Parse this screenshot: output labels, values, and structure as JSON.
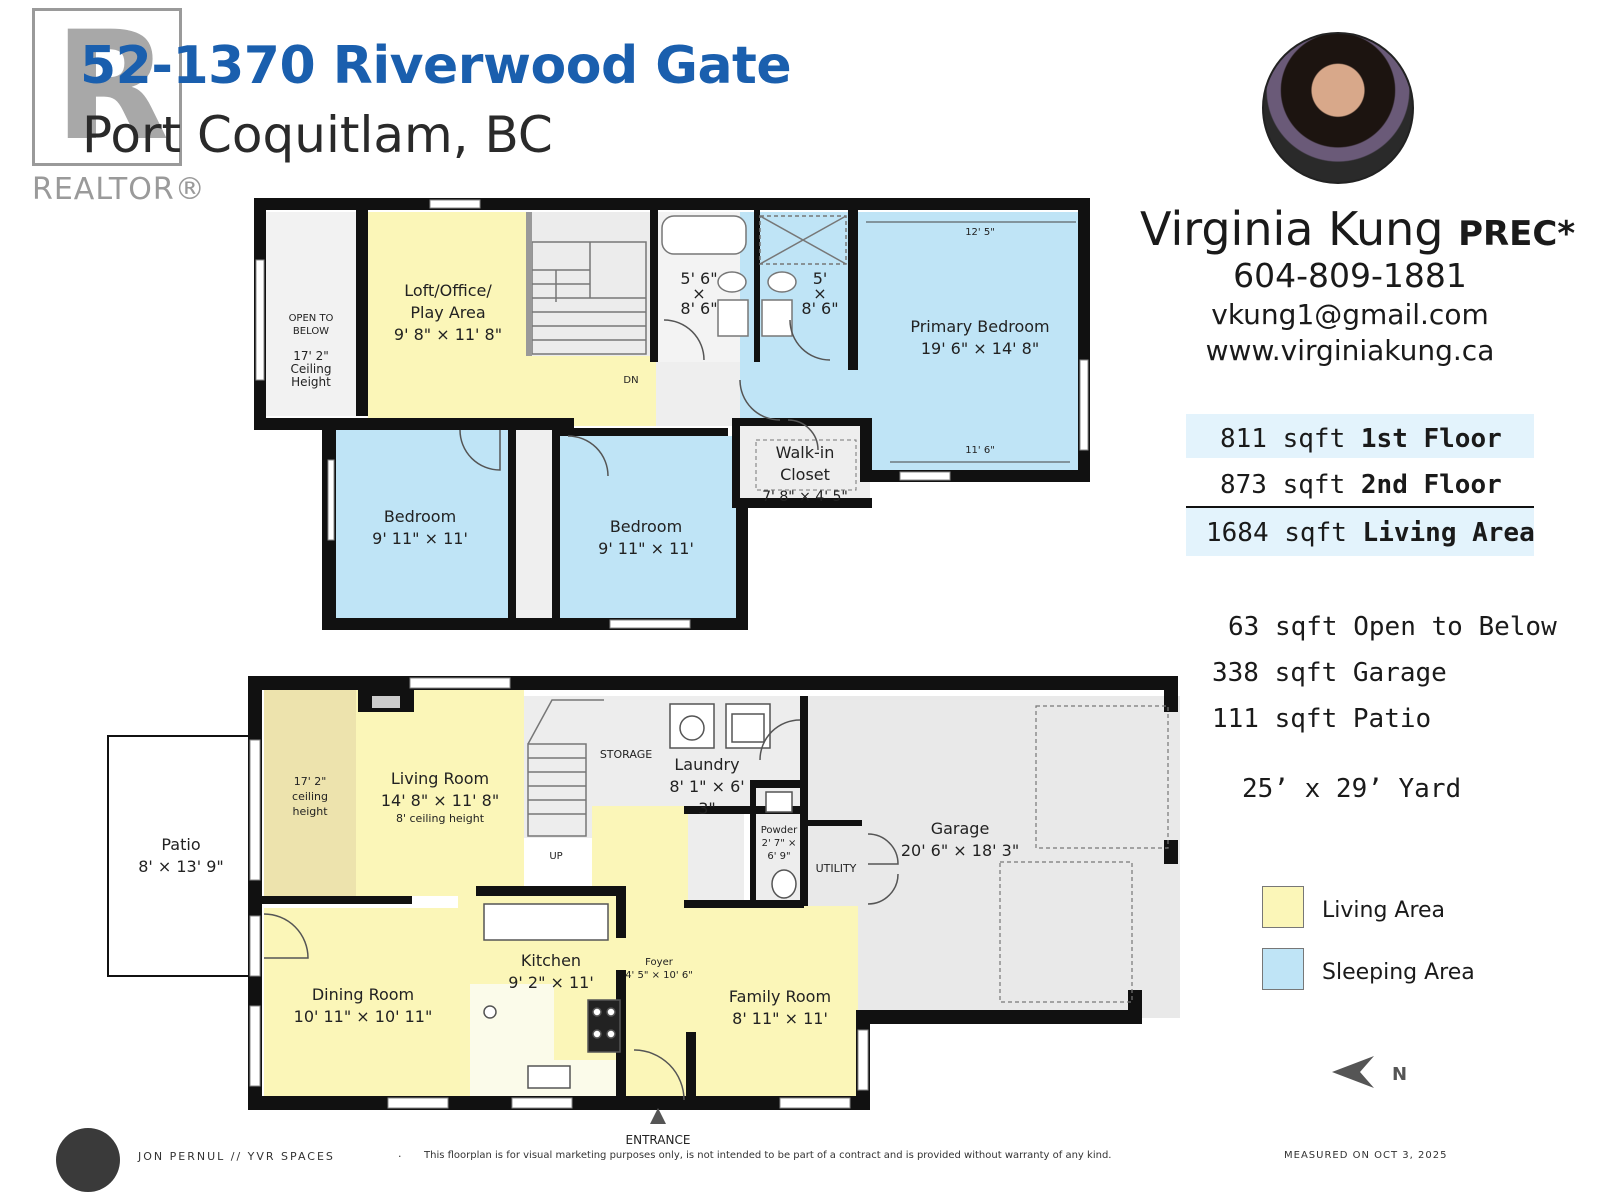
{
  "brand": {
    "realtor_letter": "R",
    "realtor_word": "REALTOR®"
  },
  "header": {
    "title": "52-1370 Riverwood Gate",
    "subtitle": "Port Coquitlam, BC"
  },
  "agent": {
    "name": "Virginia Kung",
    "designation": "PREC*",
    "phone": "604-809-1881",
    "email": "vkung1@gmail.com",
    "website": "www.virginiakung.ca"
  },
  "areas": {
    "first_floor": {
      "value": "811 sqft",
      "label": "1st Floor"
    },
    "second_floor": {
      "value": "873 sqft",
      "label": "2nd Floor"
    },
    "living_area": {
      "value": "1684 sqft",
      "label": "Living Area"
    },
    "open_to_below": {
      "value": "63 sqft",
      "label": "Open to Below"
    },
    "garage": {
      "value": "338 sqft",
      "label": "Garage"
    },
    "patio": {
      "value": "111 sqft",
      "label": "Patio"
    },
    "yard": "25’ x 29’ Yard"
  },
  "legend": {
    "living": {
      "label": "Living Area",
      "color": "#fbf6b8"
    },
    "sleeping": {
      "label": "Sleeping Area",
      "color": "#bfe4f6"
    }
  },
  "upper_floor": {
    "open_to_below": {
      "line1": "OPEN TO",
      "line2": "BELOW",
      "line3": "17' 2\"",
      "line4": "Ceiling",
      "line5": "Height"
    },
    "loft": {
      "name1": "Loft/Office/",
      "name2": "Play Area",
      "dims": "9' 8\" × 11' 8\""
    },
    "dn": "DN",
    "bath1": {
      "w": "5' 6\"",
      "x": "×",
      "h": "8' 6\""
    },
    "bath2": {
      "w": "5'",
      "x": "×",
      "h": "8' 6\""
    },
    "primary": {
      "name": "Primary Bedroom",
      "dims": "19' 6\" × 14' 8\"",
      "top_dim": "12' 5\"",
      "bottom_dim": "11' 6\""
    },
    "walkin": {
      "name1": "Walk-in",
      "name2": "Closet",
      "dims": "7' 8\" × 4' 5\""
    },
    "bedroom_left": {
      "name": "Bedroom",
      "dims": "9' 11\" × 11'"
    },
    "bedroom_right": {
      "name": "Bedroom",
      "dims": "9' 11\" × 11'"
    }
  },
  "main_floor": {
    "patio": {
      "name": "Patio",
      "dims": "8' × 13' 9\""
    },
    "ceiling_note": {
      "line1": "17' 2\"",
      "line2": "ceiling",
      "line3": "height"
    },
    "living": {
      "name": "Living Room",
      "dims": "14' 8\" × 11' 8\"",
      "note": "8' ceiling height"
    },
    "up": "UP",
    "storage": "STORAGE",
    "laundry": {
      "name": "Laundry",
      "dims": "8' 1\" × 6' 3\""
    },
    "powder": {
      "name": "Powder",
      "dims1": "2' 7\" ×",
      "dims2": "6' 9\""
    },
    "utility": "UTILITY",
    "garage": {
      "name": "Garage",
      "dims": "20' 6\" × 18' 3\""
    },
    "dining": {
      "name": "Dining Room",
      "dims": "10' 11\" × 10' 11\""
    },
    "kitchen": {
      "name": "Kitchen",
      "dims": "9' 2\" × 11'"
    },
    "foyer": {
      "name": "Foyer",
      "dims": "4' 5\" × 10' 6\""
    },
    "family": {
      "name": "Family Room",
      "dims": "8' 11\" × 11'"
    },
    "entrance": "ENTRANCE"
  },
  "north_label": "N",
  "footer": {
    "credit": "JON PERNUL // YVR SPACES",
    "bullet": "·",
    "disclaimer": "This floorplan is for visual marketing purposes only, is not intended to be part of a contract and is provided without warranty of any kind.",
    "measured": "MEASURED ON OCT 3, 2025"
  }
}
